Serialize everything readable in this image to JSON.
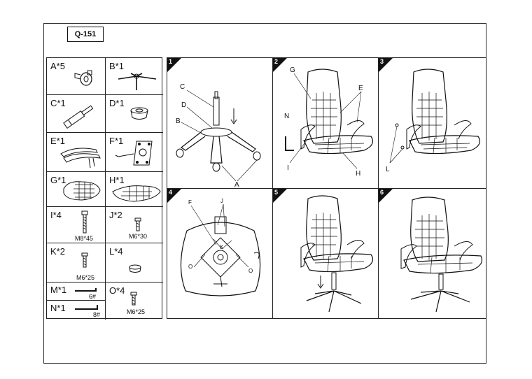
{
  "model": "Q-151",
  "parts": [
    {
      "label": "A*5",
      "size": ""
    },
    {
      "label": "B*1",
      "size": ""
    },
    {
      "label": "C*1",
      "size": ""
    },
    {
      "label": "D*1",
      "size": ""
    },
    {
      "label": "E*1",
      "size": ""
    },
    {
      "label": "F*1",
      "size": ""
    },
    {
      "label": "G*1",
      "size": ""
    },
    {
      "label": "H*1",
      "size": ""
    },
    {
      "label": "I*4",
      "size": "M8*45"
    },
    {
      "label": "J*2",
      "size": "M6*30"
    },
    {
      "label": "K*2",
      "size": "M6*25"
    },
    {
      "label": "L*4",
      "size": ""
    },
    {
      "label": "M*1",
      "size": "6#"
    },
    {
      "label": "O*4",
      "size": "M6*25"
    },
    {
      "label": "N*1",
      "size": "8#"
    }
  ],
  "steps": [
    "1",
    "2",
    "3",
    "4",
    "5",
    "6"
  ],
  "callouts": {
    "s1": [
      "C",
      "D",
      "B",
      "A"
    ],
    "s2": [
      "G",
      "E",
      "N",
      "I",
      "H"
    ],
    "s3": [
      "L"
    ],
    "s4": [
      "F",
      "J",
      "K",
      "O",
      "O"
    ]
  },
  "icons": [
    "caster-wheel-icon",
    "five-star-base-icon",
    "gas-lift-icon",
    "base-cover-icon",
    "armrest-pair-icon",
    "tilt-mechanism-icon",
    "backrest-icon",
    "seat-cushion-icon",
    "bolt-icon",
    "cap-icon",
    "hex-key-icon",
    "chair-icon",
    "arrow-down-icon"
  ],
  "colors": {
    "line": "#111111",
    "background": "#ffffff",
    "step_badge": "#111111"
  }
}
